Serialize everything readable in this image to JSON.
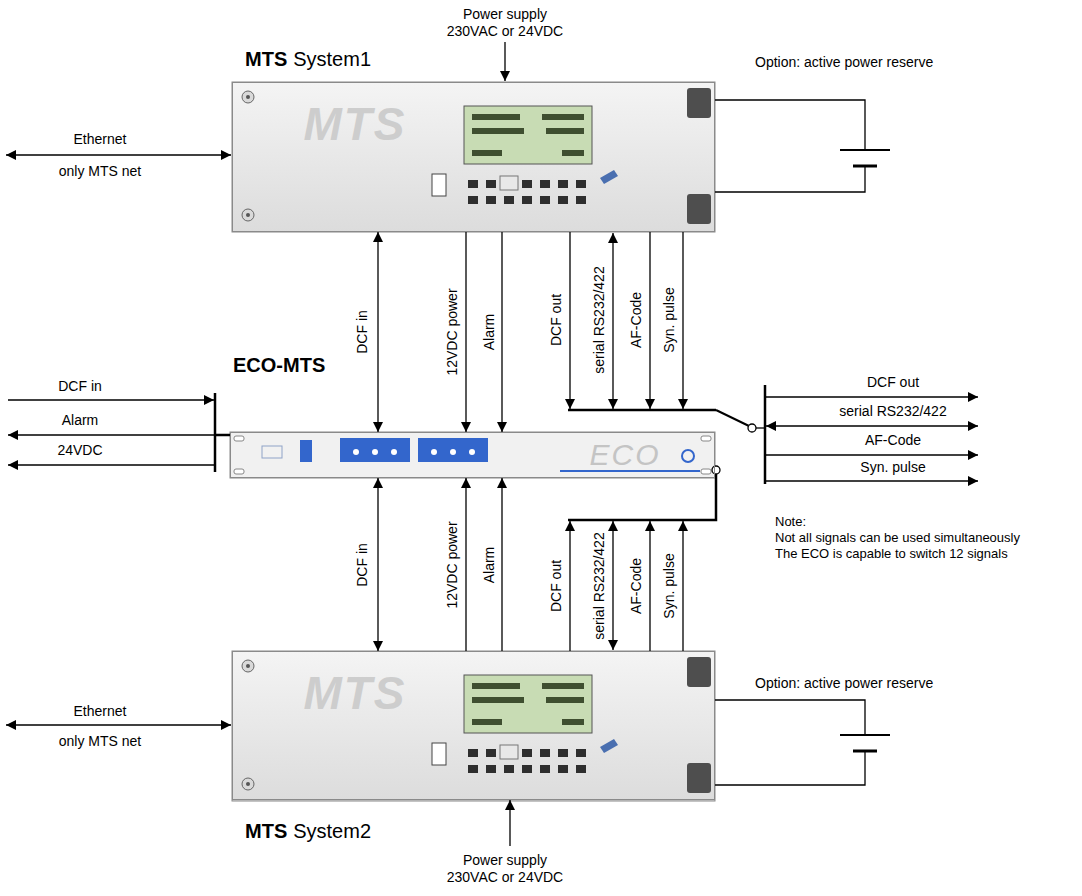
{
  "diagram": {
    "nodes": [
      {
        "text": [
          "MTS",
          "System1"
        ]
      },
      {
        "text": [
          "ECO-MTS"
        ]
      },
      {
        "text": [
          "MTS",
          "System2"
        ]
      }
    ],
    "edges": [
      {
        "from": 0,
        "to": 1,
        "arrow": "both",
        "label": "DCF in"
      },
      {
        "from": 0,
        "to": 1,
        "arrow": "to",
        "label": "12VDC power"
      },
      {
        "from": 0,
        "to": 1,
        "arrow": "to",
        "label": "Alarm"
      },
      {
        "from": 1,
        "to": 2,
        "arrow": "both",
        "label": "DCF in"
      },
      {
        "from": 2,
        "to": 1,
        "arrow": "to",
        "label": "12VDC power"
      },
      {
        "from": 2,
        "to": 1,
        "arrow": "to",
        "label": "Alarm"
      }
    ],
    "labels": [
      "Power supply",
      "230VAC or 24VDC",
      "Option: active power reserve",
      "Ethernet",
      "only MTS net",
      "MTS",
      "DCF out",
      "serial RS232/422",
      "AF-Code",
      "Syn. pulse",
      "DCF in",
      "Alarm",
      "24VDC",
      "ECO",
      "DCF out",
      "serial RS232/422",
      "AF-Code",
      "Syn. pulse",
      "Note:",
      "Not all signals can be used simultaneously",
      "The ECO is capable to switch 12 signals",
      "DCF out",
      "serial RS232/422",
      "AF-Code",
      "Syn. pulse",
      "Option: active power reserve",
      "Ethernet",
      "only MTS net",
      "MTS",
      "Power supply",
      "230VAC or 24VDC"
    ]
  }
}
